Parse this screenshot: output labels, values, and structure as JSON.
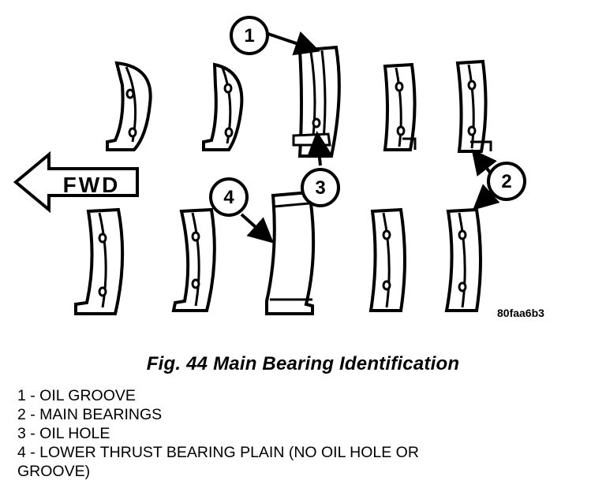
{
  "figure": {
    "fwd_label": "FWD",
    "image_code": "80faa6b3",
    "callouts": [
      {
        "number": "1"
      },
      {
        "number": "2"
      },
      {
        "number": "3"
      },
      {
        "number": "4"
      }
    ]
  },
  "caption": "Fig. 44 Main Bearing Identification",
  "legend": [
    {
      "text": "1 - OIL GROOVE"
    },
    {
      "text": "2 - MAIN BEARINGS"
    },
    {
      "text": "3 - OIL HOLE"
    },
    {
      "text": "4 - LOWER THRUST BEARING PLAIN (NO OIL HOLE OR GROOVE)"
    }
  ]
}
